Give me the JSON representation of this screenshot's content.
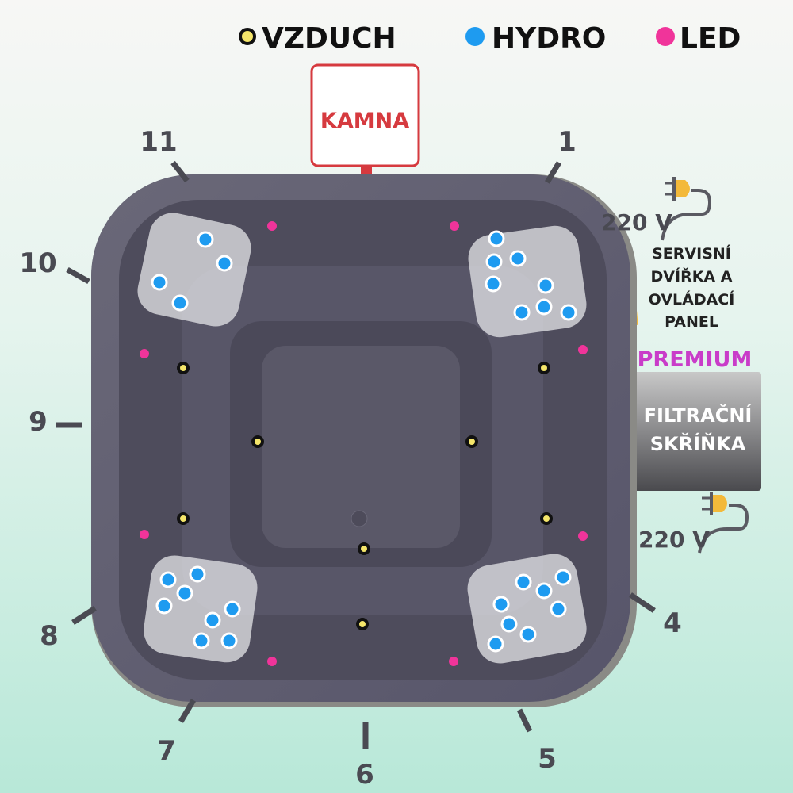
{
  "legend": [
    {
      "label": "VZDUCH",
      "color": "#f5e66a"
    },
    {
      "label": "HYDRO",
      "color": "#1e9bf0"
    },
    {
      "label": "LED",
      "color": "#f0349a"
    }
  ],
  "stove": {
    "label": "KAMNA",
    "color": "#d63a3f"
  },
  "positions": [
    "11",
    "1",
    "10",
    "9",
    "8",
    "7",
    "6",
    "5",
    "4"
  ],
  "service": {
    "voltage": "220 V",
    "lines": [
      "SERVISNÍ",
      "DVÍŘKA A",
      "OVLÁDACÍ",
      "PANEL"
    ]
  },
  "filter": {
    "badge": "PREMIUM",
    "lines": [
      "FILTRAČNÍ",
      "SKŘÍŇKA"
    ],
    "voltage": "220 V",
    "badge_color": "#c93cc9"
  },
  "colors": {
    "tub": "#5f5d6c",
    "door": "#f3b93a"
  }
}
